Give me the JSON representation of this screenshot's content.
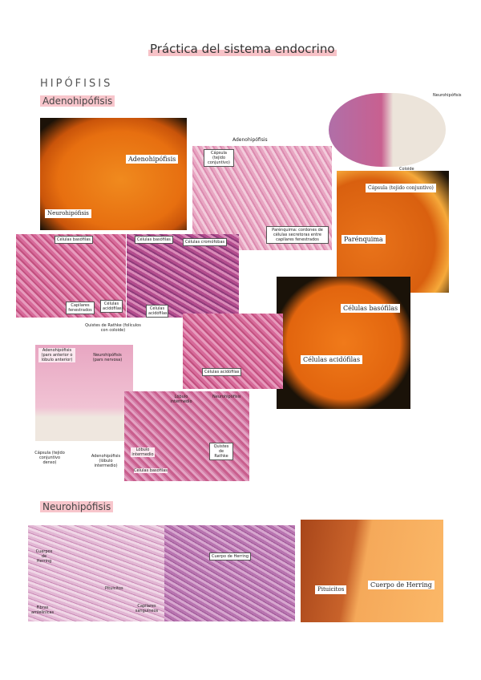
{
  "title": "Práctica del sistema endocrino",
  "section": "HIPÓFISIS",
  "sub1": "Adenohipófisis",
  "sub2": "Neurohipófisis",
  "img1": {
    "a": "Adenohipófisis",
    "b": "Neurohipófisis"
  },
  "img2": {
    "title": "Adenohipófisis",
    "capsula": "Cápsula (tejido conjuntivo)",
    "parenquima": "Parénquima: cordones de células secretoras entre capilares fenestrados"
  },
  "img3": {
    "a": "Neurohipófisis",
    "b": "Coloide"
  },
  "img4": {
    "a": "Cápsula (tejido conjuntivo)",
    "b": "Parénquima"
  },
  "img5": {
    "a": "Células basófilas",
    "b": "Capilares fenestrados",
    "c": "Células acidófilas"
  },
  "img6": {
    "a": "Células basófilas",
    "b": "Células cromófobas",
    "c": "Células acidófilas"
  },
  "img7": {
    "a": "Células basófilas",
    "b": "Células acidófilas"
  },
  "img8": {
    "quistes": "Quistes de Rathke (folículos con coloide)",
    "adeno": "Adenohipófisis (pars anterior o lóbulo anterior)",
    "neuro": "Neurohipófisis (pars nervosa)",
    "capsula": "Cápsula (tejido conjuntivo denso)",
    "interm": "Adenohipófisis (lóbulo intermedio)"
  },
  "img9": {
    "a": "Células acidófilas"
  },
  "img10": {
    "a": "Lóbulo intermedio",
    "b": "Neurohipófisis",
    "c": "Quistes de Rathke",
    "d": "Lóbulo intermedio",
    "e": "Células basófilas"
  },
  "img11": {
    "a": "Cuerpos de Herring",
    "b": "Pituicitos",
    "c": "Fibras amielínicas",
    "d": "Capilares sanguíneos"
  },
  "img12": {
    "a": "Cuerpo de Herring"
  },
  "img13": {
    "a": "Pituicitos",
    "b": "Cuerpo de Herring"
  }
}
